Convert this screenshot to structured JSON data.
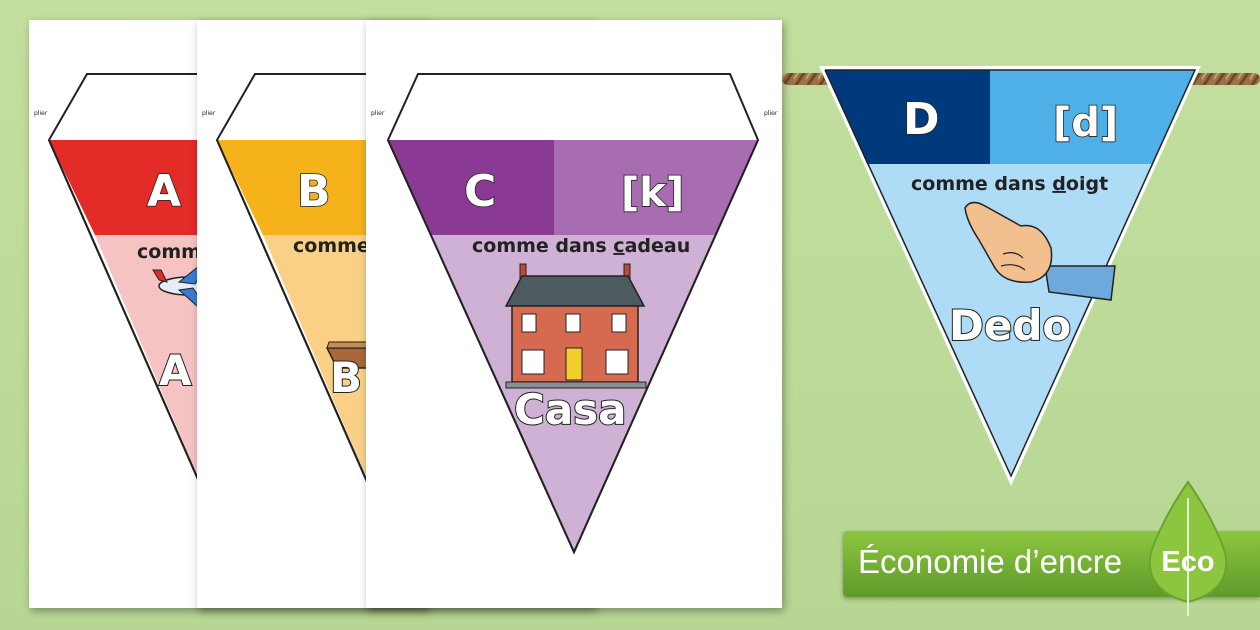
{
  "fold_label": "plier",
  "pennants": [
    {
      "letter": "A",
      "phoneme": "",
      "comme": "comme",
      "word": "A",
      "colors": {
        "header": "#e32b27",
        "body": "#f5c4c2"
      }
    },
    {
      "letter": "B",
      "phoneme": "",
      "comme": "comme",
      "word": "B",
      "colors": {
        "header": "#f6b21b",
        "body": "#fad087"
      }
    },
    {
      "letter": "C",
      "phoneme": "[k]",
      "comme_prefix": "comme dans ",
      "comme_underline": "c",
      "comme_suffix": "adeau",
      "word": "Casa",
      "colors": {
        "header": "#8b3a93",
        "header_light": "#a86cb0",
        "body": "#cfb1d6"
      }
    },
    {
      "letter": "D",
      "phoneme": "[d]",
      "comme_prefix": "comme dans ",
      "comme_underline": "d",
      "comme_suffix": "oigt",
      "word": "Dedo",
      "colors": {
        "header": "#003a7d",
        "header_light": "#4fb0e8",
        "body": "#aedcf7"
      }
    }
  ],
  "eco_banner": {
    "text": "Économie d’encre",
    "leaf_label": "Eco",
    "color": "#6aaa32"
  },
  "illustrations": [
    "airplane-icon",
    "boat-icon",
    "house-icon",
    "pointing-hand-icon"
  ]
}
